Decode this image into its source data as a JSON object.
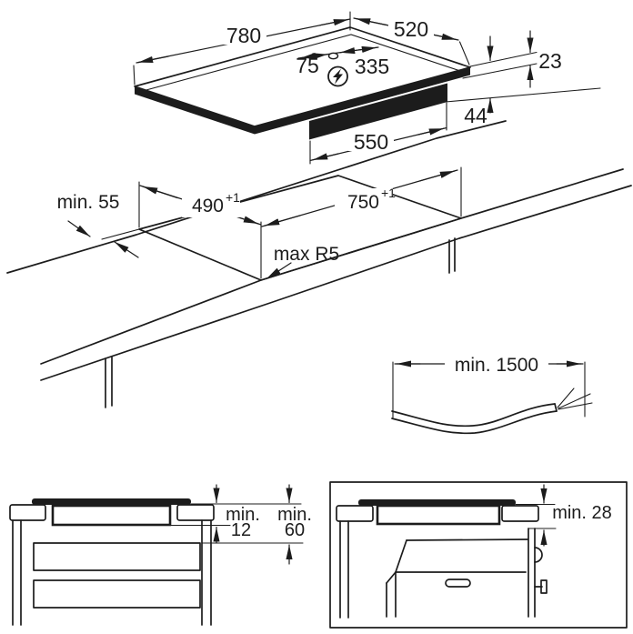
{
  "figure_type": "hob-installation-diagram",
  "colors": {
    "ink": "#1c1c1c",
    "paper": "#ffffff"
  },
  "hob_top_view": {
    "width_mm": "780",
    "depth_mm": "520",
    "cable_pos_left_mm": "75",
    "cable_pos_right_mm": "335",
    "top_height_mm": "23",
    "box_height_mm": "44",
    "box_width_mm": "550",
    "power_icon": "lightning-in-circle"
  },
  "worktop_cutout_view": {
    "rear_clearance": "min. 55",
    "cutout_depth": "490",
    "cutout_depth_tol": "+1",
    "cutout_width": "750",
    "cutout_width_tol": "+1",
    "corner_radius": "max R5"
  },
  "power_cable": {
    "min_length": "min. 1500"
  },
  "drawer_section": {
    "min_word_1": "min.",
    "box_clearance": "12",
    "min_word_2": "min.",
    "drawer_clearance": "60"
  },
  "oven_section": {
    "oven_clearance": "min. 28"
  }
}
